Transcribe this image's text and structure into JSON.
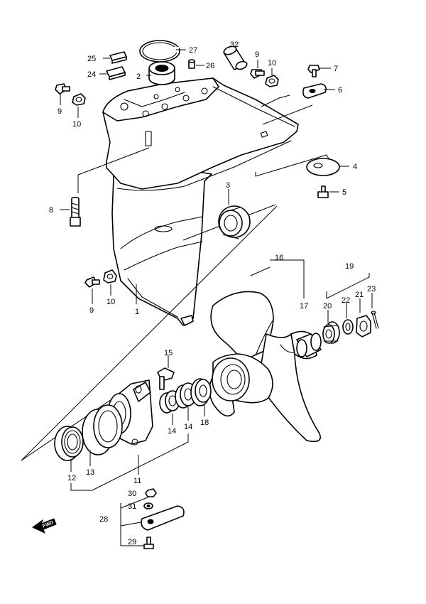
{
  "labels": {
    "l1": "1",
    "l2": "2",
    "l3": "3",
    "l4": "4",
    "l5": "5",
    "l6": "6",
    "l7": "7",
    "l8": "8",
    "l9a": "9",
    "l9b": "9",
    "l9c": "9",
    "l10a": "10",
    "l10b": "10",
    "l10c": "10",
    "l11": "11",
    "l12": "12",
    "l13": "13",
    "l14a": "14",
    "l14b": "14",
    "l15": "15",
    "l16": "16",
    "l17": "17",
    "l18": "18",
    "l19": "19",
    "l20": "20",
    "l21": "21",
    "l22": "22",
    "l23": "23",
    "l24": "24",
    "l25": "25",
    "l26": "26",
    "l27": "27",
    "l28": "28",
    "l29": "29",
    "l30": "30",
    "l31": "31",
    "l32": "32"
  },
  "fwd_text": "FWD",
  "icons": {
    "fwd_arrow": "arrow-forward-icon"
  }
}
